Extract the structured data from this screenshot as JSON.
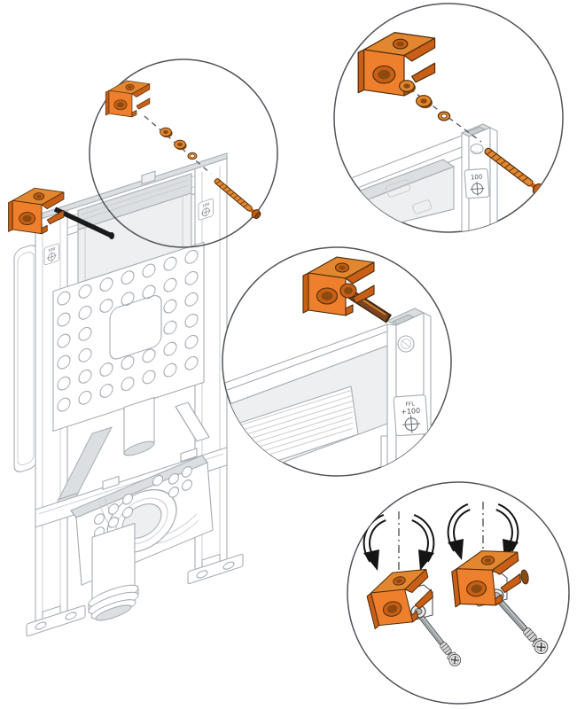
{
  "palette": {
    "orange": "#EE7F2D",
    "orange_mid": "#E2872F",
    "orange_dark": "#C95F16",
    "orange_deep": "#8A4A10",
    "outline": "#4D2C0A",
    "line": "#A6ACB3",
    "line_soft": "#C9CDD1",
    "ink": "#3F4347",
    "steel": "#9AA0A3",
    "steel_dark": "#3A3A3A",
    "brown": "#7A4520",
    "panel": "#EDEFF0",
    "panel_mid": "#DCDFE1",
    "white": "#FFFFFF"
  },
  "labels": {
    "post_marker": "100",
    "ffl": "FFL",
    "plus100": "+100"
  },
  "icons": {
    "datum": "crosshair-datum-icon",
    "rotate": "rotation-arrow-icon"
  },
  "views": {
    "main": "installation-frame",
    "detail_1": "bracket-exploded-overlay",
    "detail_2": "bracket-exploded-closeup",
    "detail_3": "bracket-inserted-closeup",
    "detail_4": "bracket-rotation-closeup"
  }
}
